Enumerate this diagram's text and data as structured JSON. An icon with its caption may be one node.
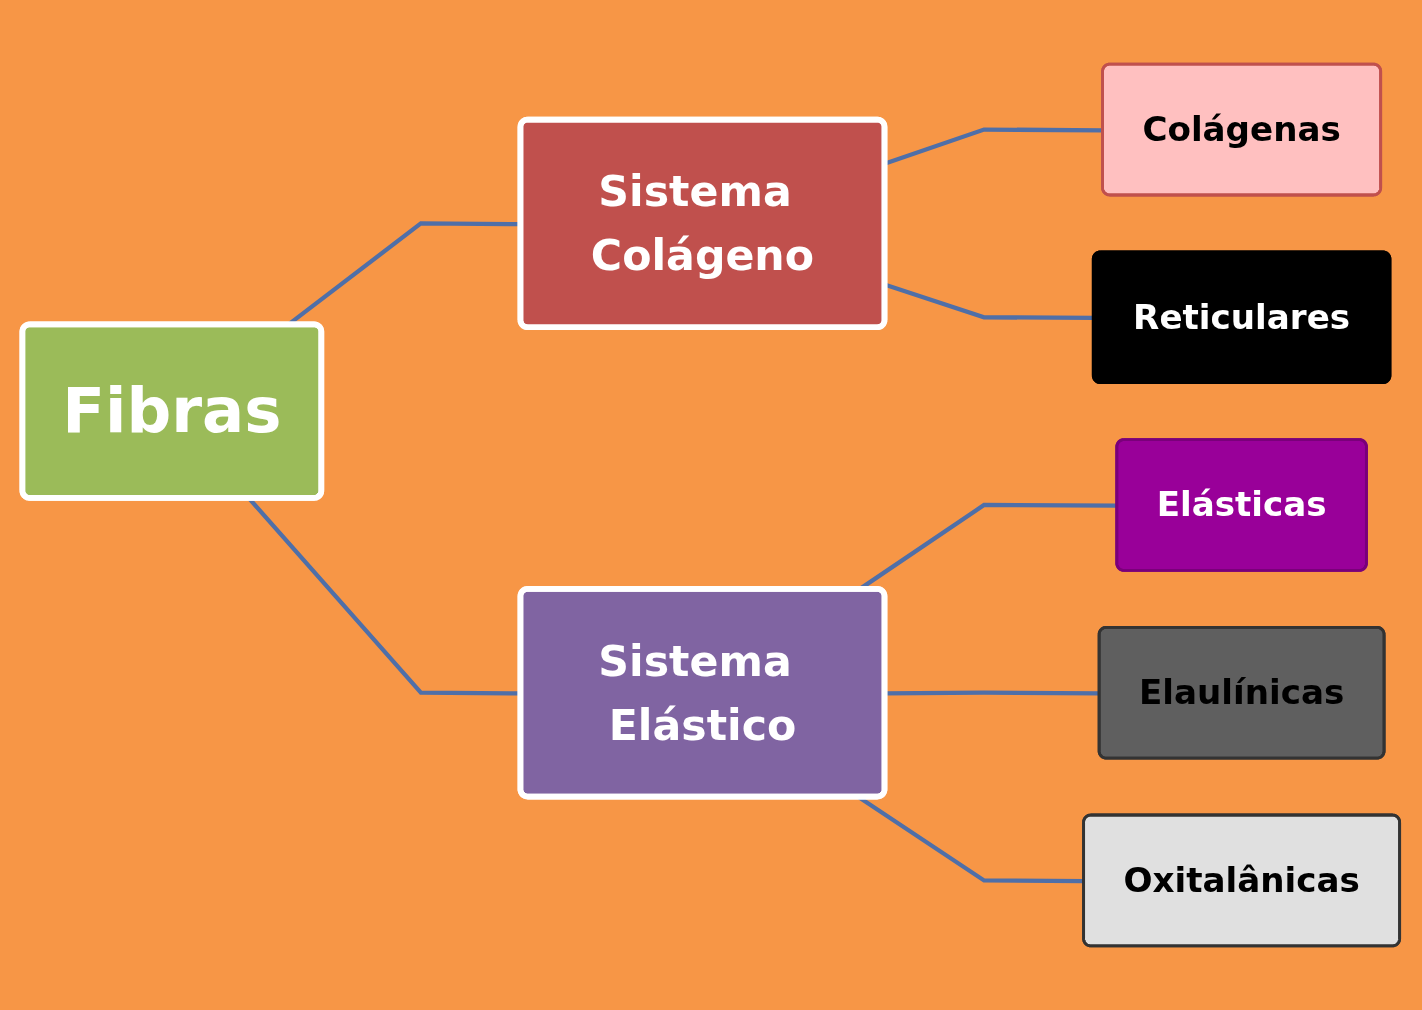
{
  "diagram": {
    "nodes": [
      {
        "text": [
          "Fibras"
        ]
      },
      {
        "text": [
          "Sistema Colágeno"
        ]
      },
      {
        "text": [
          "Sistema Elástico"
        ]
      },
      {
        "text": [
          "Colágenas"
        ]
      },
      {
        "text": [
          "Reticulares"
        ]
      },
      {
        "text": [
          "Elásticas"
        ]
      },
      {
        "text": [
          "Elaulínicas"
        ]
      },
      {
        "text": [
          "Oxitalânicas"
        ]
      }
    ],
    "edges": [
      {
        "from": 0,
        "to": 1,
        "arrow": "none"
      },
      {
        "from": 0,
        "to": 2,
        "arrow": "none"
      },
      {
        "from": 1,
        "to": 3,
        "arrow": "none"
      },
      {
        "from": 1,
        "to": 4,
        "arrow": "none"
      },
      {
        "from": 2,
        "to": 5,
        "arrow": "none"
      },
      {
        "from": 2,
        "to": 6,
        "arrow": "none"
      },
      {
        "from": 2,
        "to": 7,
        "arrow": "none"
      }
    ]
  }
}
